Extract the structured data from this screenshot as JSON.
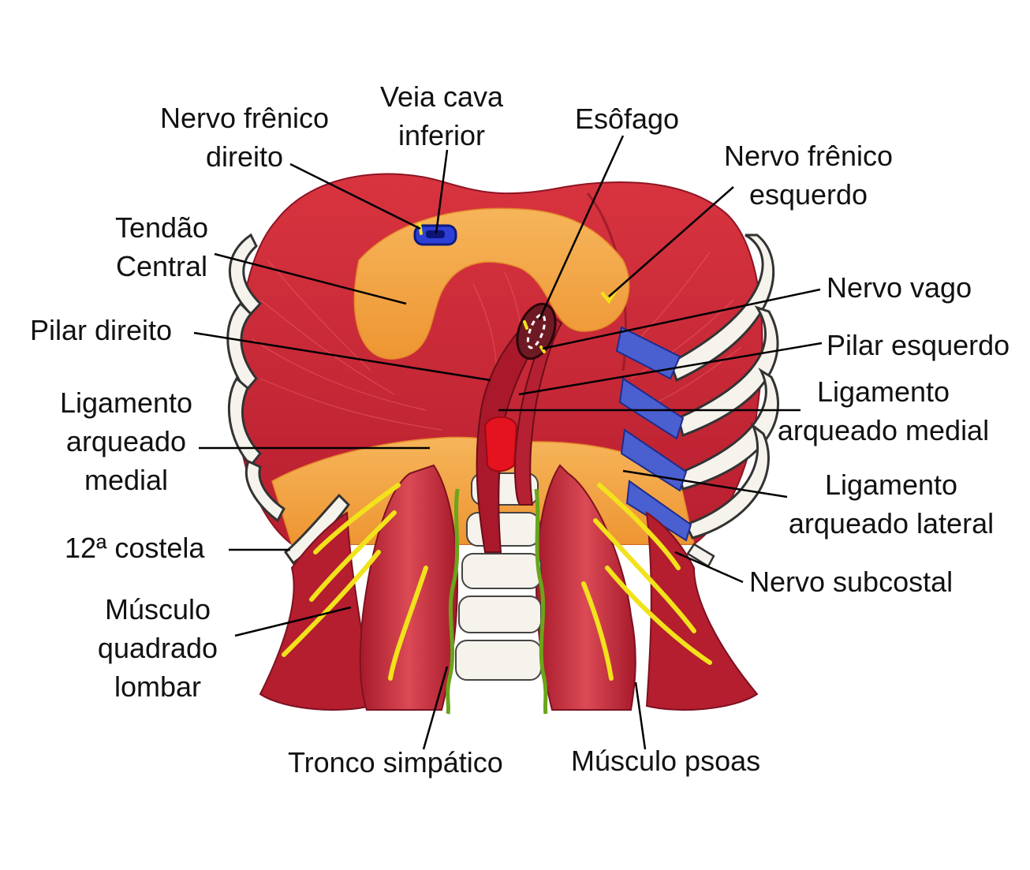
{
  "colors": {
    "muscle": "#c9283a",
    "muscle_dark": "#8e1524",
    "tendon": "#f2a03c",
    "tendon_light": "#f7c06a",
    "bone": "#f6f3ec",
    "vein": "#2c3fd6",
    "vessel_blue": "#4a5fd0",
    "aorta": "#e5121f",
    "nerve_yellow": "#f2e21c",
    "nerve_green": "#6aa51b",
    "leader": "#000000"
  },
  "labels": {
    "nervo_frenico_direito": [
      "Nervo frênico",
      "direito"
    ],
    "veia_cava_inferior": [
      "Veia cava",
      "inferior"
    ],
    "esofago": [
      "Esôfago"
    ],
    "nervo_frenico_esquerdo": [
      "Nervo frênico",
      "esquerdo"
    ],
    "tendao_central": [
      "Tendão",
      "Central"
    ],
    "nervo_vago": [
      "Nervo vago"
    ],
    "pilar_direito": [
      "Pilar direito"
    ],
    "pilar_esquerdo": [
      "Pilar esquerdo"
    ],
    "ligamento_arqueado_medial_esq": [
      "Ligamento",
      "arqueado",
      "medial"
    ],
    "ligamento_arqueado_medial_dir": [
      "Ligamento",
      "arqueado medial"
    ],
    "ligamento_arqueado_lateral": [
      "Ligamento",
      "arqueado lateral"
    ],
    "costela_12": [
      "12ª costela"
    ],
    "nervo_subcostal": [
      "Nervo subcostal"
    ],
    "musculo_quadrado_lombar": [
      "Músculo",
      "quadrado",
      "lombar"
    ],
    "tronco_simpatico": [
      "Tronco simpático"
    ],
    "musculo_psoas": [
      "Músculo psoas"
    ]
  }
}
